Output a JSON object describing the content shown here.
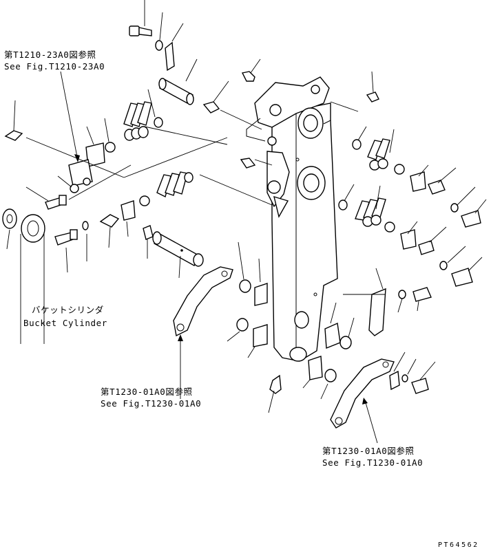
{
  "callouts": {
    "ref_top_left_ja": "第T1210-23A0図参照",
    "ref_top_left_en": "See Fig.T1210-23A0",
    "bucket_cylinder_ja": "バケットシリンダ",
    "bucket_cylinder_en": "Bucket Cylinder",
    "ref_mid_ja": "第T1230-01A0図参照",
    "ref_mid_en": "See Fig.T1230-01A0",
    "ref_right_ja": "第T1230-01A0図参照",
    "ref_right_en": "See Fig.T1230-01A0"
  },
  "drawing_number": "PT64562"
}
